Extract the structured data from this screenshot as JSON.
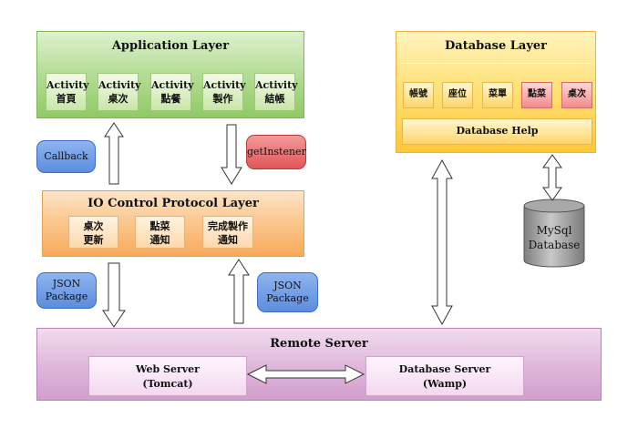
{
  "application_layer": {
    "title": "Application Layer",
    "activities": [
      {
        "line1": "Activity",
        "line2": "首頁"
      },
      {
        "line1": "Activity",
        "line2": "桌次"
      },
      {
        "line1": "Activity",
        "line2": "點餐"
      },
      {
        "line1": "Activity",
        "line2": "製作"
      },
      {
        "line1": "Activity",
        "line2": "結帳"
      }
    ]
  },
  "io_layer": {
    "title": "IO Control Protocol Layer",
    "items": [
      {
        "line1": "桌次",
        "line2": "更新"
      },
      {
        "line1": "點菜",
        "line2": "通知"
      },
      {
        "line1": "完成製作",
        "line2": "通知"
      }
    ]
  },
  "database_layer": {
    "title": "Database Layer",
    "tables": [
      "帳號",
      "座位",
      "菜單",
      "點菜",
      "桌次"
    ],
    "help": "Database Help"
  },
  "mysql": {
    "line1": "MySql",
    "line2": "Database"
  },
  "remote_server": {
    "title": "Remote Server",
    "web_server": {
      "line1": "Web Server",
      "line2": "(Tomcat)"
    },
    "database_server": {
      "line1": "Database Server",
      "line2": "(Wamp)"
    }
  },
  "callouts": {
    "callback": "Callback",
    "get_listener": "getInstener",
    "json_left": {
      "line1": "JSON",
      "line2": "Package"
    },
    "json_right": {
      "line1": "JSON",
      "line2": "Package"
    }
  },
  "colors": {
    "application": "#8fca66",
    "io": "#f8a95a",
    "database": "#ffc83a",
    "remote": "#d29ecd",
    "blue_callout": "#5c8ddd",
    "red_callout": "#e05656",
    "cylinder": "#9a9a9a"
  }
}
